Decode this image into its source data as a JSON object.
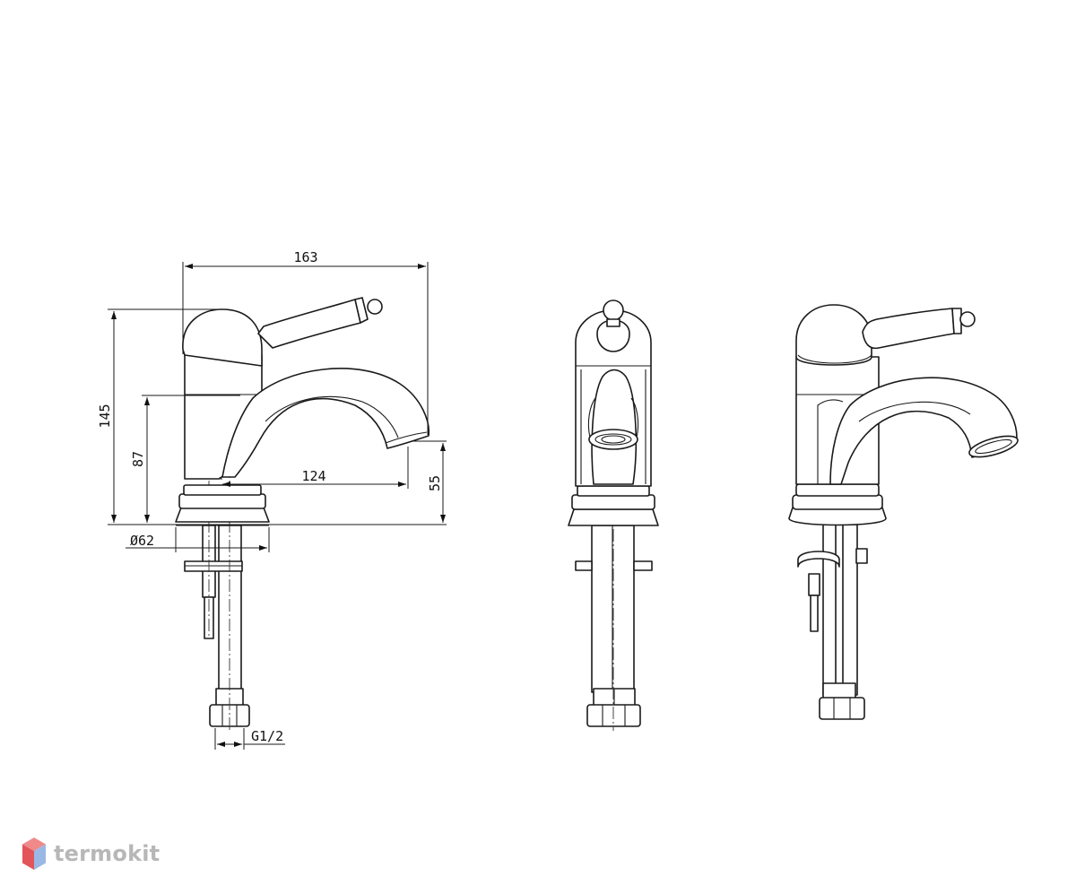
{
  "dimensions": {
    "total_width": "163",
    "total_height": "145",
    "spout_height": "87",
    "spout_reach": "124",
    "outlet_height": "55",
    "base_diameter": "Ø62",
    "connection": "G1/2"
  },
  "logo": {
    "text": "termokit",
    "colors": {
      "top": "#f08a8a",
      "left": "#e2555b",
      "right": "#9ab8e6",
      "text": "#b7b7b7"
    }
  }
}
